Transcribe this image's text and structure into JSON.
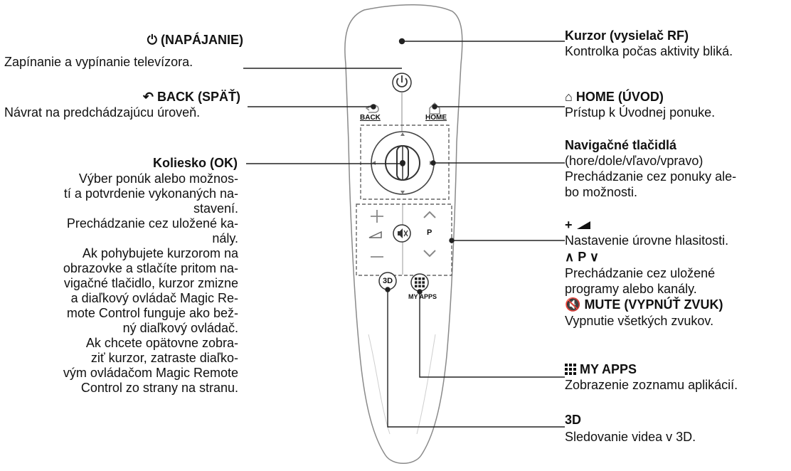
{
  "remote": {
    "back_label": "BACK",
    "home_label": "HOME",
    "p_label": "P",
    "my_apps_label": "MY APPS",
    "3d_label": "3D"
  },
  "left": {
    "power": {
      "icon": "power-icon",
      "title": "(NAPÁJANIE)",
      "desc": "Zapínanie a vypínanie televízora."
    },
    "back": {
      "icon": "back-arrow-icon",
      "title": "BACK (SPÄŤ)",
      "desc": "Návrat na predchádzajúcu úroveň."
    },
    "wheel": {
      "title": "Koliesko (OK)",
      "lines": [
        "Výber ponúk alebo možnos-",
        "tí a potvrdenie vykonaných na-",
        "stavení.",
        "Prechádzanie cez uložené ka-",
        "nály.",
        "Ak pohybujete kurzorom na",
        "obrazovke a stlačíte pritom na-",
        "vigačné tlačidlo, kurzor zmizne",
        "a diaľkový ovládač Magic Re-",
        "mote Control funguje ako bež-",
        "ný diaľkový ovládač.",
        "Ak chcete opätovne zobra-",
        "ziť kurzor, zatraste diaľko-",
        "vým ovládačom Magic Remote",
        "Control zo strany na stranu."
      ]
    }
  },
  "right": {
    "cursor": {
      "title": "Kurzor (vysielač RF)",
      "desc": "Kontrolka počas aktivity bliká."
    },
    "home": {
      "icon": "home-icon",
      "title": "HOME (ÚVOD)",
      "desc": "Prístup k Úvodnej ponuke."
    },
    "nav": {
      "title": "Navigačné tlačidlá",
      "lines": [
        "(hore/dole/vľavo/vpravo)",
        "Prechádzanie cez ponuky ale-",
        "bo možnosti."
      ]
    },
    "volume": {
      "title": "+",
      "icon": "volume-icon",
      "desc": "Nastavenie úrovne hlasitosti."
    },
    "program": {
      "title": "P",
      "lines": [
        "Prechádzanie cez uložené",
        "programy alebo kanály."
      ]
    },
    "mute": {
      "icon": "mute-icon",
      "title": "MUTE (VYPNÚŤ ZVUK)",
      "desc": "Vypnutie všetkých zvukov."
    },
    "myapps": {
      "icon": "grid-icon",
      "title": "MY APPS",
      "desc": "Zobrazenie zoznamu aplikácií."
    },
    "three_d": {
      "icon": "3d-icon",
      "title": "3D",
      "desc": "Sledovanie videa v 3D."
    }
  }
}
